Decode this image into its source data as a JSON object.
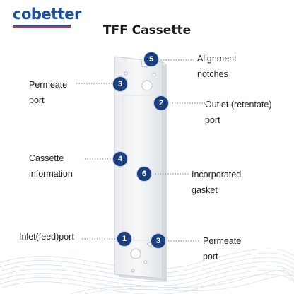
{
  "brand": {
    "logo_text": "cobetter",
    "stripe_colors": [
      "#1b4fa0",
      "#e2272f"
    ]
  },
  "title": "TFF Cassette",
  "callouts": [
    {
      "id": "alignment",
      "number": "5",
      "line1": "Alignment",
      "line2": "notches"
    },
    {
      "id": "permeate-top",
      "number": "3",
      "line1": "Permeate",
      "line2": "port"
    },
    {
      "id": "outlet",
      "number": "2",
      "line1": "Outlet (retentate)",
      "line2": "port"
    },
    {
      "id": "cassette-info",
      "number": "4",
      "line1": "Cassette",
      "line2": "information"
    },
    {
      "id": "gasket",
      "number": "6",
      "line1": "Incorporated",
      "line2": "gasket"
    },
    {
      "id": "inlet",
      "number": "1",
      "line1": "Inlet(feed)port",
      "line2": ""
    },
    {
      "id": "permeate-bottom",
      "number": "3",
      "line1": "Permeate",
      "line2": "port"
    }
  ],
  "colors": {
    "badge": "#1a3f7e",
    "leader": "#5a7fb8",
    "wave": "#b9cbe6"
  }
}
